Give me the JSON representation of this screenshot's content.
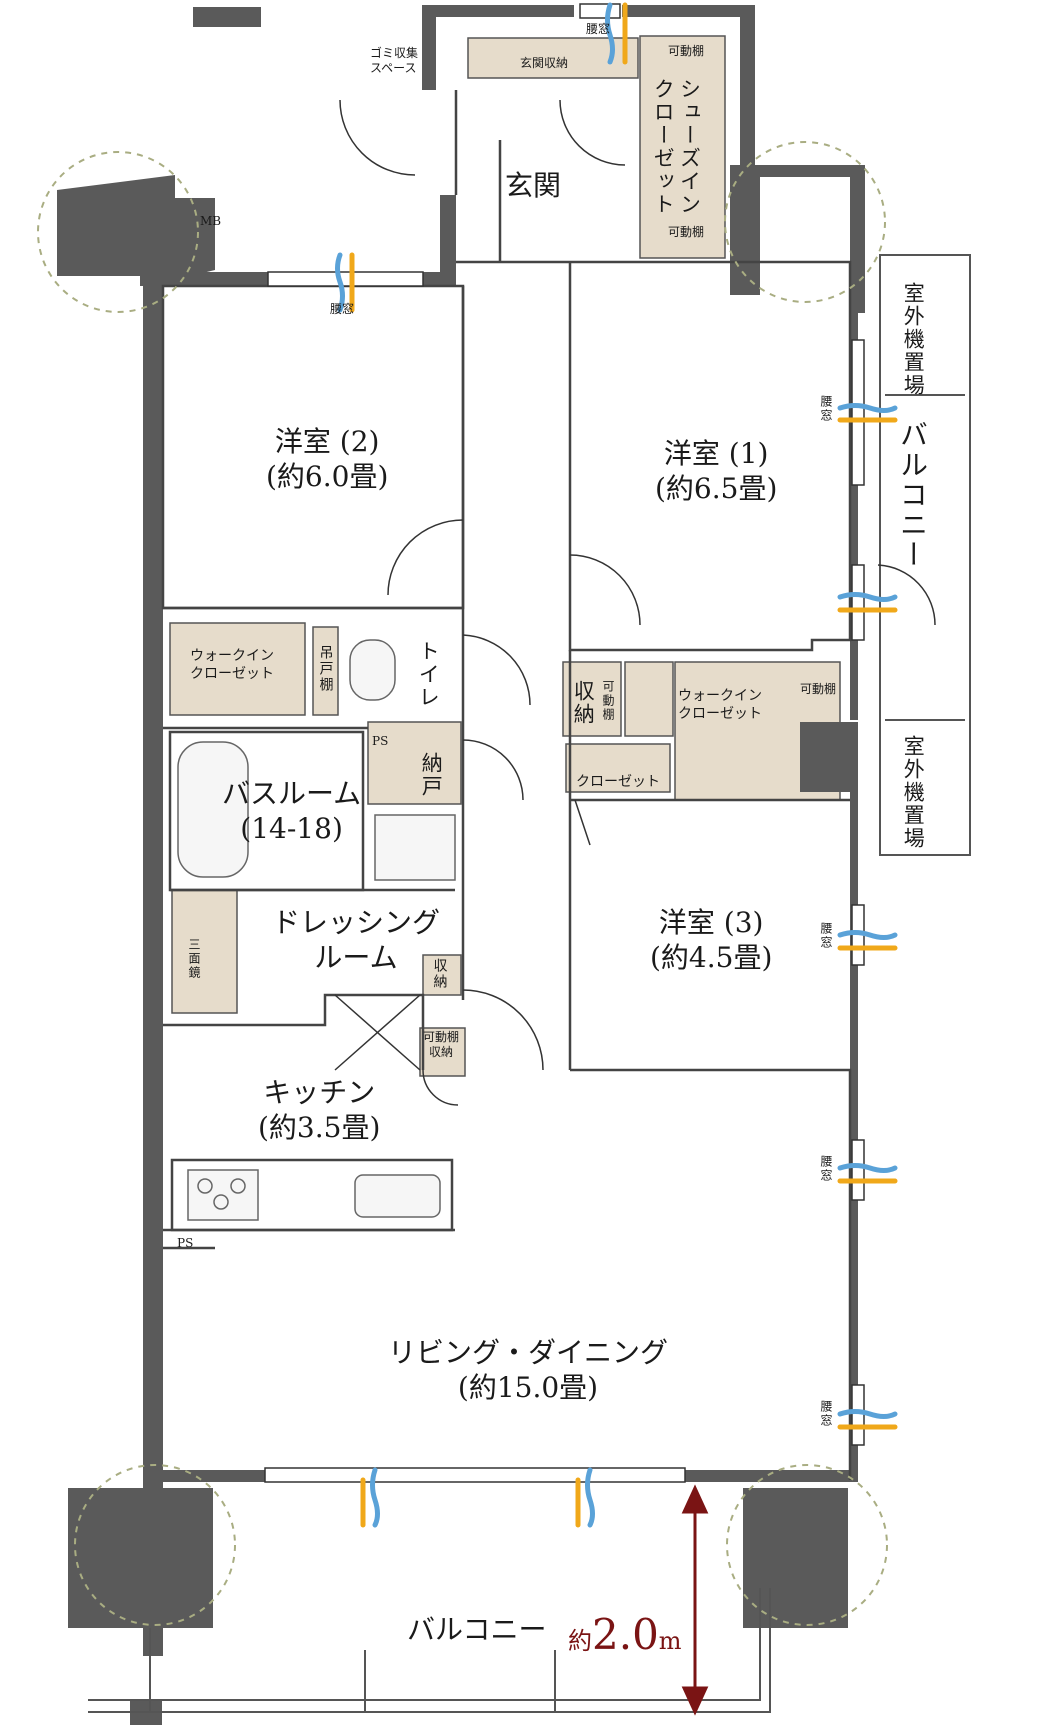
{
  "top": {
    "gomi": "ゴミ収集\nスペース",
    "mb": "MB",
    "genkan": "玄関",
    "genkan_storage": "玄関収納",
    "shoe_closet": "シューズイン\nクローゼット",
    "movable_shelf": "可動棚",
    "koshimado": "腰窓"
  },
  "rooms": {
    "yoshitsu2": "洋室 (2)",
    "yoshitsu2_size": "(約6.0畳)",
    "yoshitsu1": "洋室 (1)",
    "yoshitsu1_size": "(約6.5畳)",
    "yoshitsu3": "洋室 (3)",
    "yoshitsu3_size": "(約4.5畳)",
    "wic_left": "ウォークイン\nクローゼット",
    "wic_right": "ウォークイン\nクローゼット",
    "toilet": "トイレ",
    "hanging_shelf": "吊戸棚",
    "storage_a": "収納",
    "movable_shelf_a": "可動棚",
    "movable_shelf_wic": "可動棚",
    "closet": "クローゼット",
    "nando": "納戸",
    "bathroom": "バスルーム",
    "bathroom_size": "(14-18)",
    "ps1": "PS",
    "ps2": "PS",
    "dressing": "ドレッシング\nルーム",
    "mirror": "三面鏡",
    "storage_b": "収納",
    "storage_c": "可動棚\n収納",
    "kitchen": "キッチン",
    "kitchen_size": "(約3.5畳)",
    "ld": "リビング・ダイニング",
    "ld_size": "(約15.0畳)"
  },
  "balcony": {
    "south": "バルコニー",
    "east": "バルコニー",
    "outdoor_unit": "室外機置場",
    "depth_prefix": "約",
    "depth_value": "2.0",
    "depth_unit": "m"
  },
  "windows": {
    "koshimado": "腰窓"
  },
  "colors": {
    "wall": "#5a5a5a",
    "storage": "#e6dccb",
    "dashed_circle": "#a9ad82",
    "dimension": "#7a1414",
    "warm_air": "#f0a81a",
    "cool_air": "#5aa2d8"
  }
}
